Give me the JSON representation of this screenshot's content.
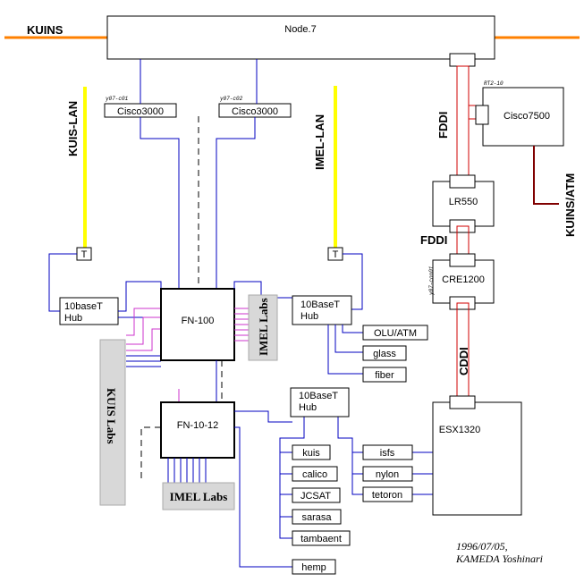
{
  "networks": {
    "kuins": "KUINS",
    "kuis_lan": "KUIS-LAN",
    "imel_lan": "IMEL-LAN",
    "kuins_atm": "KUINS/ATM"
  },
  "links": {
    "fddi_top": "FDDI",
    "fddi_mid": "FDDI",
    "cddi": "CDDI"
  },
  "devices": {
    "node7": "Node.7",
    "cisco_a": "Cisco3000",
    "cisco_a_tag": "y07-c01",
    "cisco_b": "Cisco3000",
    "cisco_b_tag": "y07-c02",
    "cisco7500": "Cisco7500",
    "cisco7500_tag": "RT2-10",
    "lr550": "LR550",
    "cre1200": "CRE1200",
    "cre1200_tag": "y07-con01",
    "esx1320": "ESX1320",
    "fn100": "FN-100",
    "fn1012": "FN-10-12",
    "tap_kuis": "T",
    "tap_imel": "T",
    "hub_left_1": "10baseT",
    "hub_left_2": "Hub",
    "hub_right_1": "10BaseT",
    "hub_right_2": "Hub",
    "hub_bottom_1": "10BaseT",
    "hub_bottom_2": "Hub"
  },
  "hosts_right": [
    "OLU/ATM",
    "glass",
    "fiber"
  ],
  "hosts_left_column": [
    "kuis",
    "calico",
    "JCSAT",
    "sarasa",
    "tambaent"
  ],
  "hosts_esx": [
    "isfs",
    "nylon",
    "tetoron"
  ],
  "host_hemp": "hemp",
  "labs": {
    "kuis_labs": "KUIS Labs",
    "imel_labs_right": "IMEL Labs",
    "imel_labs_bottom": "IMEL Labs"
  },
  "signature": {
    "date": "1996/07/05,",
    "author": "KAMEDA Yoshinari"
  },
  "colors": {
    "ethernet_trunk": "#ff8000",
    "lan_bus": "#ffff00",
    "utp": "#0000c0",
    "fddi": "#d00000",
    "lab_link": "#cc33cc",
    "atm": "#800000"
  }
}
